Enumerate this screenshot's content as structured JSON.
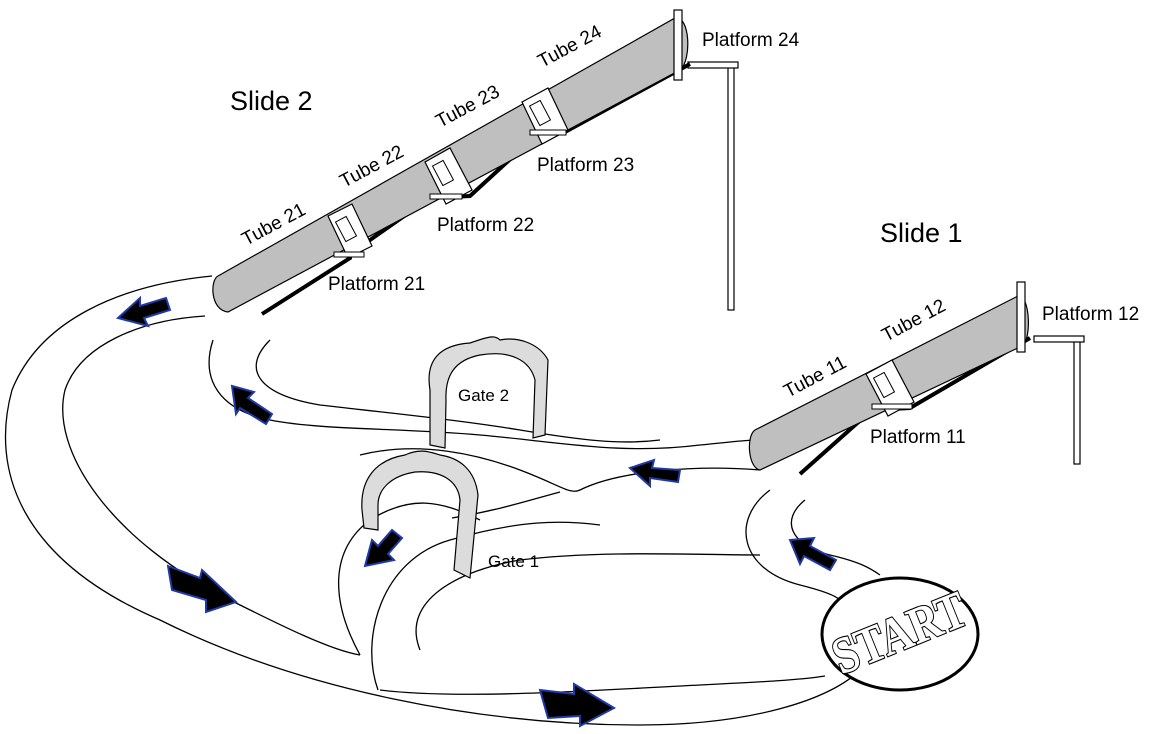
{
  "slides": [
    {
      "id": "slide-1",
      "title": "Slide 1",
      "tubes": [
        "Tube 11",
        "Tube 12"
      ],
      "platforms": [
        "Platform 11",
        "Platform 12"
      ]
    },
    {
      "id": "slide-2",
      "title": "Slide 2",
      "tubes": [
        "Tube 21",
        "Tube 22",
        "Tube 23",
        "Tube 24"
      ],
      "platforms": [
        "Platform 21",
        "Platform 22",
        "Platform 23",
        "Platform 24"
      ]
    }
  ],
  "gates": [
    "Gate 1",
    "Gate 2"
  ],
  "start_label": "START",
  "colors": {
    "tube_fill": "#bfbfbf",
    "gate_fill": "#dcdcdc",
    "arrow_fill": "#000000",
    "arrow_outline": "#1f3aa8"
  }
}
